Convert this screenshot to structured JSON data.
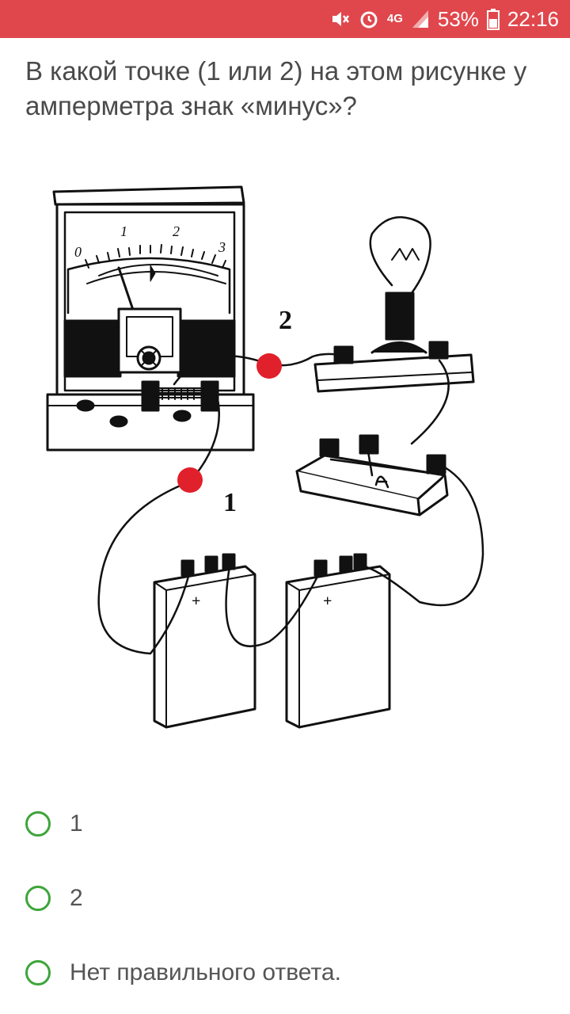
{
  "status_bar": {
    "battery": "53%",
    "time": "22:16",
    "network": "4G",
    "icons": [
      "mute-icon",
      "alarm-icon",
      "network-4g-icon",
      "signal-icon",
      "battery-icon"
    ]
  },
  "question": {
    "text": "В какой точке (1 или 2) на этом рисунке у амперметра знак «минус»?"
  },
  "figure": {
    "ammeter_scale": [
      "0",
      "1",
      "2",
      "3"
    ],
    "point_labels": [
      "1",
      "2"
    ],
    "plus_signs": [
      "+",
      "+"
    ]
  },
  "options": [
    {
      "label": "1"
    },
    {
      "label": "2"
    },
    {
      "label": "Нет правильного ответа."
    }
  ],
  "colors": {
    "status_bar": "#e0474c",
    "radio_border": "#3da53a",
    "point_marker": "#e0202a"
  }
}
